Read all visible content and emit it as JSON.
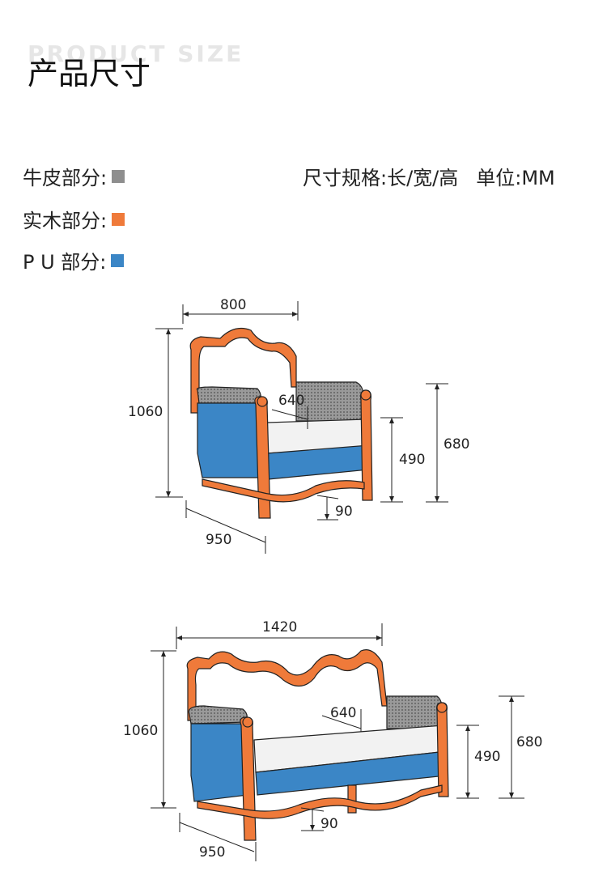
{
  "header": {
    "watermark": "PRODUCT SIZE",
    "title": "产品尺寸"
  },
  "legend": [
    {
      "label": "牛皮部分:",
      "color": "#8e8e8e"
    },
    {
      "label": "实木部分:",
      "color": "#ef7a3a"
    },
    {
      "label": "P U 部分:",
      "color": "#3b86c6"
    }
  ],
  "spec": {
    "size_spec": "尺寸规格:长/宽/高",
    "unit": "单位:MM"
  },
  "colors": {
    "leather": "#8e8e8e",
    "wood": "#ef7a3a",
    "pu": "#3b86c6",
    "cushion": "#f2f2f2",
    "line": "#222222"
  },
  "armchair": {
    "width": "800",
    "height": "1060",
    "seat_depth": "640",
    "arm_height": "680",
    "seat_height": "490",
    "leg_height": "90",
    "depth": "950"
  },
  "sofa": {
    "width": "1420",
    "height": "1060",
    "seat_depth": "640",
    "arm_height": "680",
    "seat_height": "490",
    "leg_height": "90",
    "depth": "950"
  }
}
